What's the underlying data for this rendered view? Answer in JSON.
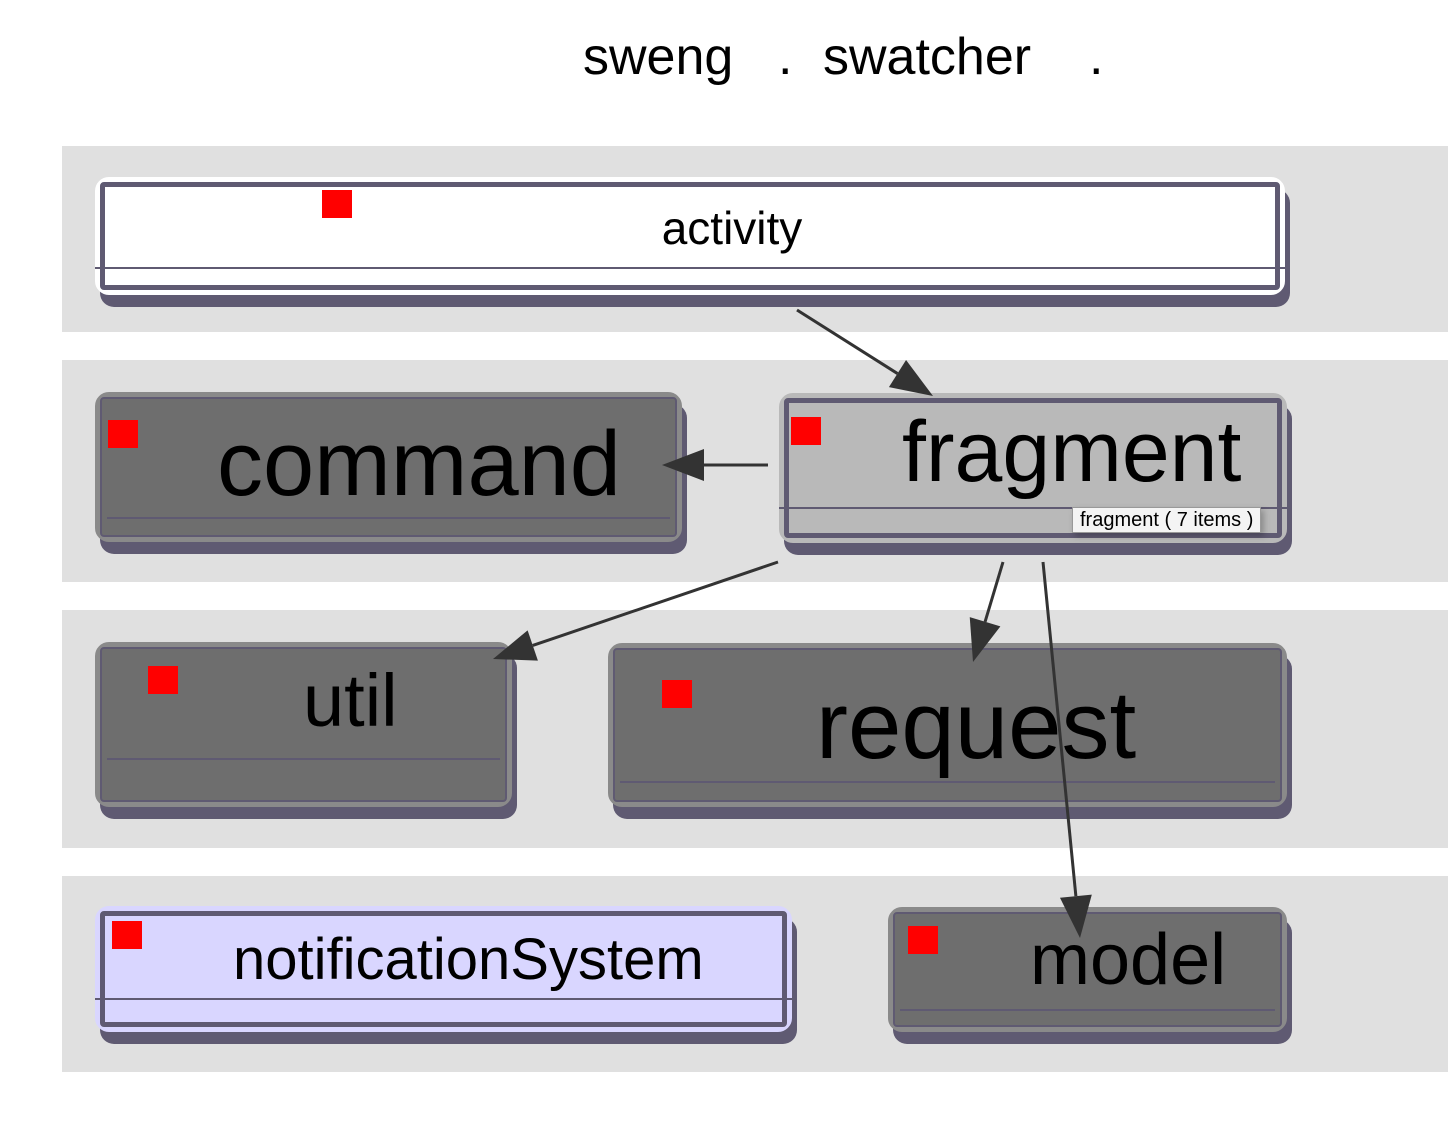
{
  "breadcrumb": {
    "segments": [
      "sweng",
      ".",
      "swatcher",
      "."
    ]
  },
  "packages": {
    "activity": {
      "label": "activity",
      "style": "white"
    },
    "command": {
      "label": "command",
      "style": "gray"
    },
    "fragment": {
      "label": "fragment",
      "style": "selected"
    },
    "util": {
      "label": "util",
      "style": "gray"
    },
    "request": {
      "label": "request",
      "style": "gray"
    },
    "notificationSystem": {
      "label": "notificationSystem",
      "style": "lavender"
    },
    "model": {
      "label": "model",
      "style": "gray"
    }
  },
  "edges": [
    {
      "from": "activity",
      "to": "fragment"
    },
    {
      "from": "fragment",
      "to": "command"
    },
    {
      "from": "fragment",
      "to": "util"
    },
    {
      "from": "fragment",
      "to": "request"
    },
    {
      "from": "fragment",
      "to": "model"
    }
  ],
  "tooltip": {
    "text": "fragment ( 7 items )"
  },
  "colors": {
    "marker": "#ff0000",
    "band": "#e0e0e0",
    "package_gray": "#6e6e6e",
    "package_selected": "#b9b9b9",
    "package_lavender": "#d9d6ff",
    "package_shadow": "#5f5a72",
    "edge": "#333333"
  }
}
